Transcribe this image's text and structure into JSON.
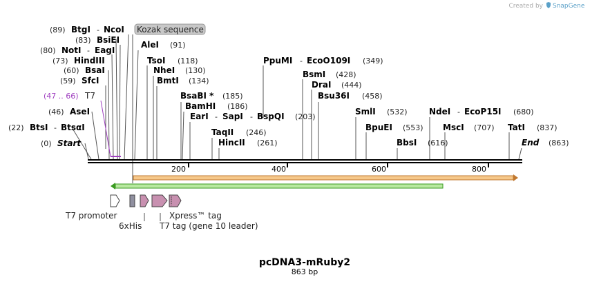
{
  "credit": {
    "prefix": "Created by",
    "brand": "SnapGene"
  },
  "map": {
    "title": "pcDNA3-mRuby2",
    "length_text": "863 bp",
    "ticks": [
      "200",
      "400",
      "600",
      "800"
    ]
  },
  "sites": {
    "btgi_ncoi": {
      "pos": "(89)",
      "name1": "BtgI",
      "sep": "-",
      "name2": "NcoI"
    },
    "kozak": {
      "name": "Kozak sequence"
    },
    "bsiei": {
      "pos": "(83)",
      "name": "BsiEI"
    },
    "alei": {
      "name": "AleI",
      "pos": "(91)"
    },
    "noti_eagi": {
      "pos": "(80)",
      "name1": "NotI",
      "sep": "-",
      "name2": "EagI"
    },
    "hindiii": {
      "pos": "(73)",
      "name": "HindIII"
    },
    "tsoi": {
      "name": "TsoI",
      "pos": "(118)"
    },
    "ppumi_ecoo109i": {
      "name1": "PpuMI",
      "sep": "-",
      "name2": "EcoO109I",
      "pos": "(349)"
    },
    "bsai": {
      "pos": "(60)",
      "name": "BsaI"
    },
    "nhei": {
      "name": "NheI",
      "pos": "(130)"
    },
    "sfci": {
      "pos": "(59)",
      "name": "SfcI"
    },
    "bmti": {
      "name": "BmtI",
      "pos": "(134)"
    },
    "bsmi": {
      "name": "BsmI",
      "pos": "(428)"
    },
    "drai": {
      "name": "DraI",
      "pos": "(444)"
    },
    "t7_site": {
      "pos": "(47 .. 66)",
      "name": "T7"
    },
    "bsabi": {
      "name": "BsaBI *",
      "pos": "(185)"
    },
    "bsu36i": {
      "name": "Bsu36I",
      "pos": "(458)"
    },
    "bamhi": {
      "name": "BamHI",
      "pos": "(186)"
    },
    "asei": {
      "pos": "(46)",
      "name": "AseI"
    },
    "smli": {
      "name": "SmlI",
      "pos": "(532)"
    },
    "ndei_ecop15i": {
      "name1": "NdeI",
      "sep": "-",
      "name2": "EcoP15I",
      "pos": "(680)"
    },
    "eari_sapi_bspqi": {
      "name1": "EarI",
      "sep1": "-",
      "name2": "SapI",
      "sep2": "-",
      "name3": "BspQI",
      "pos": "(203)"
    },
    "btsi_btsai": {
      "pos": "(22)",
      "name1": "BtsI",
      "sep": "-",
      "name2": "BtsαI"
    },
    "taqii": {
      "name": "TaqII",
      "pos": "(246)"
    },
    "bpuei": {
      "name": "BpuEI",
      "pos": "(553)"
    },
    "msci": {
      "name": "MscI",
      "pos": "(707)"
    },
    "tati": {
      "name": "TatI",
      "pos": "(837)"
    },
    "start": {
      "pos": "(0)",
      "name": "Start"
    },
    "hincii": {
      "name": "HincII",
      "pos": "(261)"
    },
    "bbsi": {
      "name": "BbsI",
      "pos": "(616)"
    },
    "end": {
      "name": "End",
      "pos": "(863)"
    }
  },
  "features": {
    "t7_promoter": "T7 promoter",
    "his6": "6xHis",
    "xpress": "Xpress™ tag",
    "t7_tag": "T7 tag (gene 10 leader)"
  },
  "colors": {
    "orange_feature": "#f0a040",
    "green_feature": "#70d040",
    "pink_feature": "#c890b0",
    "grey_feature": "#9090a0",
    "primer_purple": "#a040c0",
    "kozak_fill": "#c8c8c8"
  }
}
